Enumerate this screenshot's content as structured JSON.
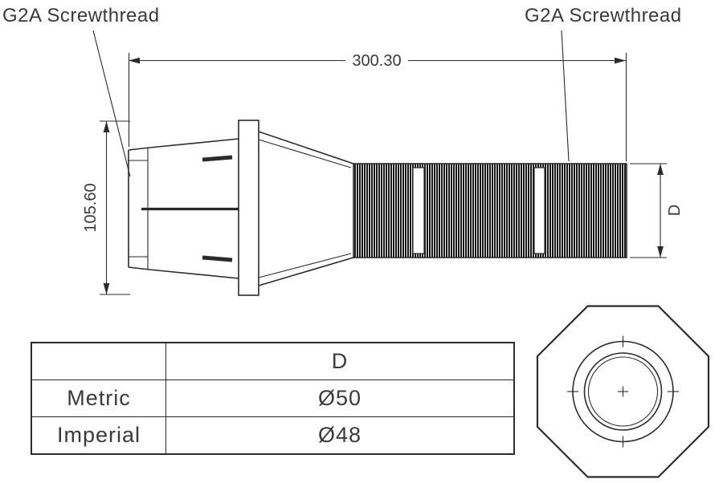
{
  "annotations": {
    "left_thread_label": "G2A Screwthread",
    "right_thread_label": "G2A Screwthread"
  },
  "dimensions": {
    "overall_length": "300.30",
    "collet_height": "105.60",
    "diameter_label": "D"
  },
  "spec_table": {
    "column_header": "D",
    "rows": [
      {
        "system": "Metric",
        "value": "Ø50"
      },
      {
        "system": "Imperial",
        "value": "Ø48"
      }
    ]
  },
  "colors": {
    "line": "#2b2b2b",
    "text": "#3a3a3a"
  }
}
